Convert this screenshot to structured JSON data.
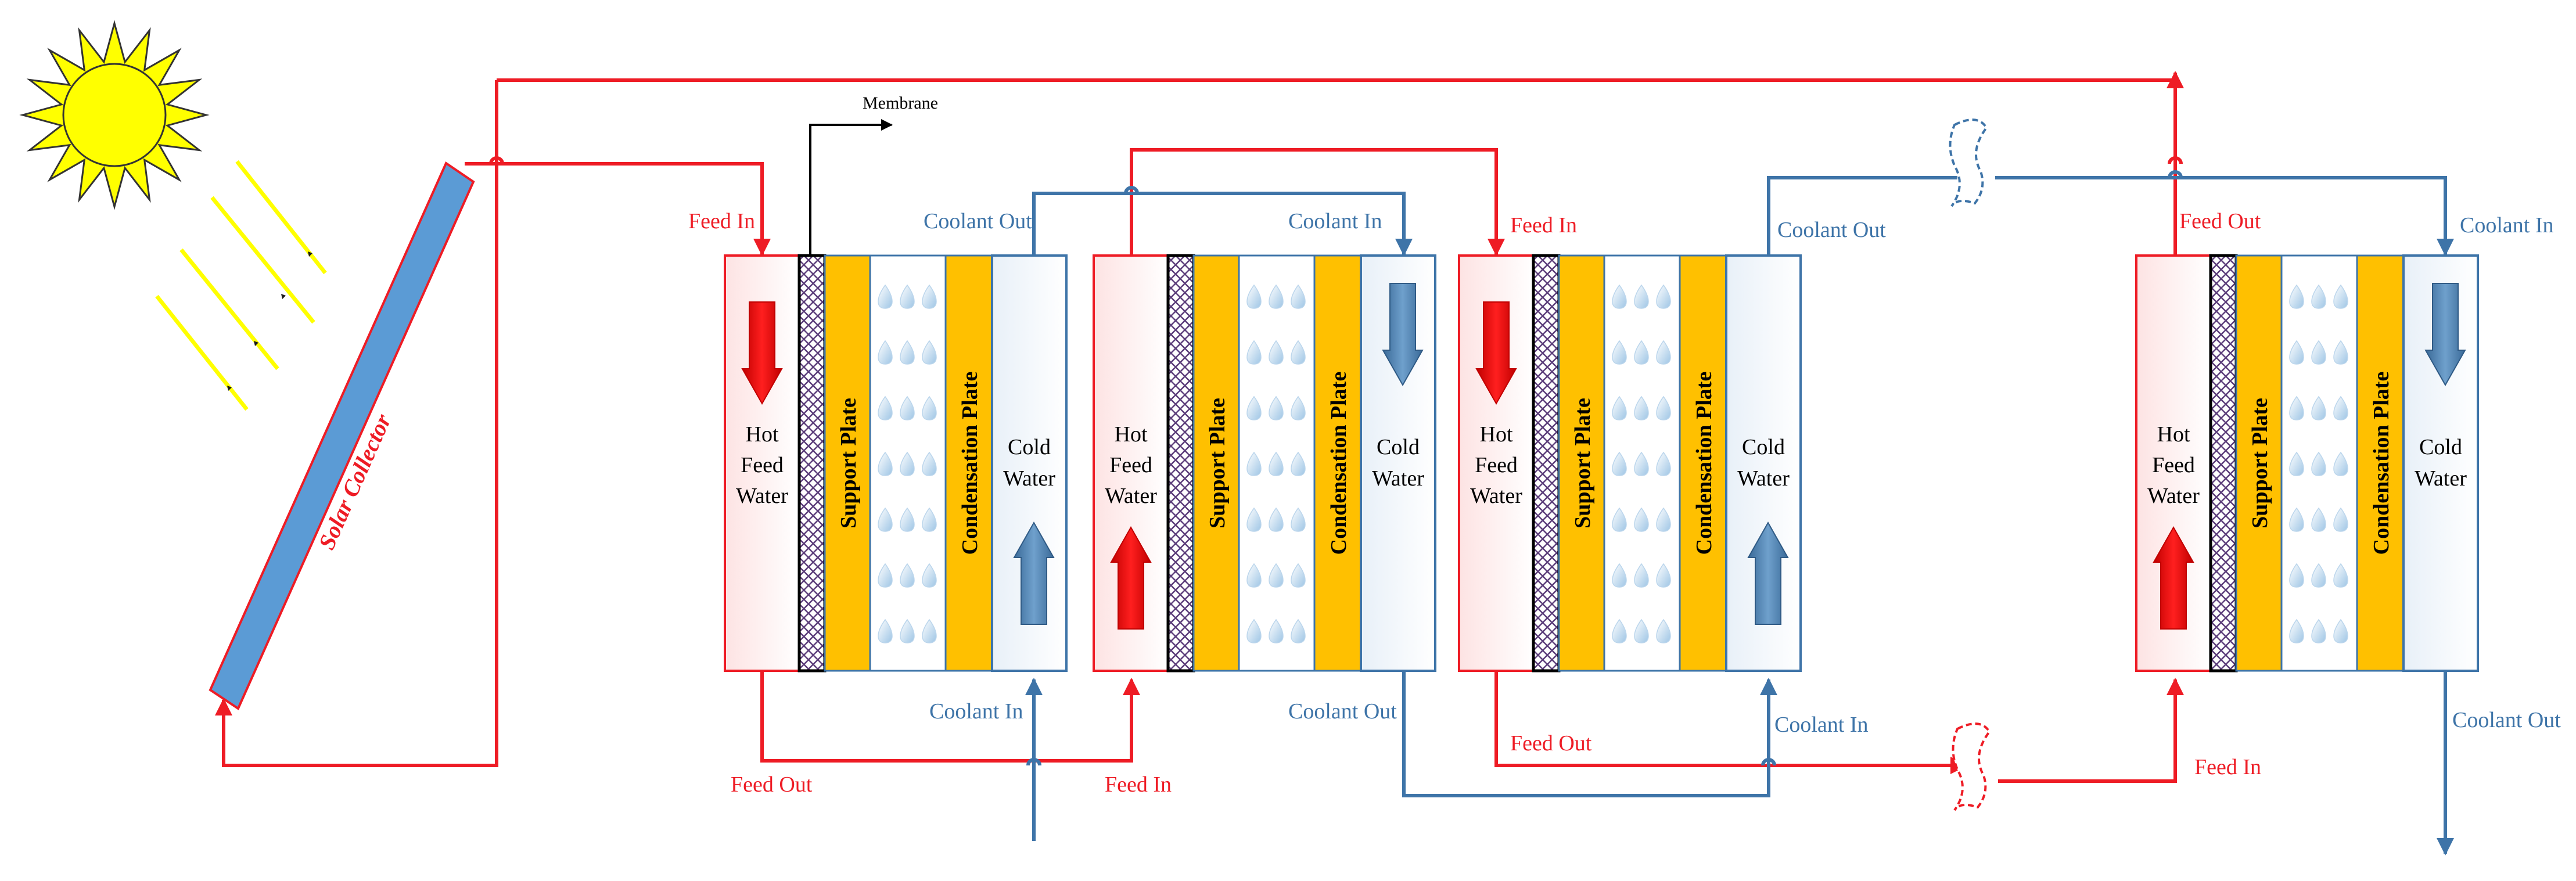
{
  "labels": {
    "membrane": "Membrane",
    "solar_collector": "Solar Collector",
    "feed_in": "Feed In",
    "feed_out": "Feed Out",
    "coolant_in": "Coolant In",
    "coolant_out": "Coolant Out",
    "hot_feed_1": "Hot",
    "hot_feed_2": "Feed",
    "hot_feed_3": "Water",
    "support_plate": "Support Plate",
    "condensation_plate": "Condensation Plate",
    "cold_water_1": "Cold",
    "cold_water_2": "Water"
  },
  "modules": [
    {
      "id": "module-1",
      "hot_flow": "down",
      "cold_flow": "up"
    },
    {
      "id": "module-2",
      "hot_flow": "up",
      "cold_flow": "down"
    },
    {
      "id": "module-3",
      "hot_flow": "down",
      "cold_flow": "up"
    },
    {
      "id": "module-4",
      "hot_flow": "up",
      "cold_flow": "down"
    }
  ],
  "colors": {
    "feed_line": "#ee1c25",
    "coolant_line": "#3e74a8",
    "support_plate": "#ffc000",
    "collector_fill": "#5b9bd5",
    "sun": "#ffff00",
    "sun_rays": "#ffff00",
    "membrane_hatch": "#5b3d7a"
  }
}
